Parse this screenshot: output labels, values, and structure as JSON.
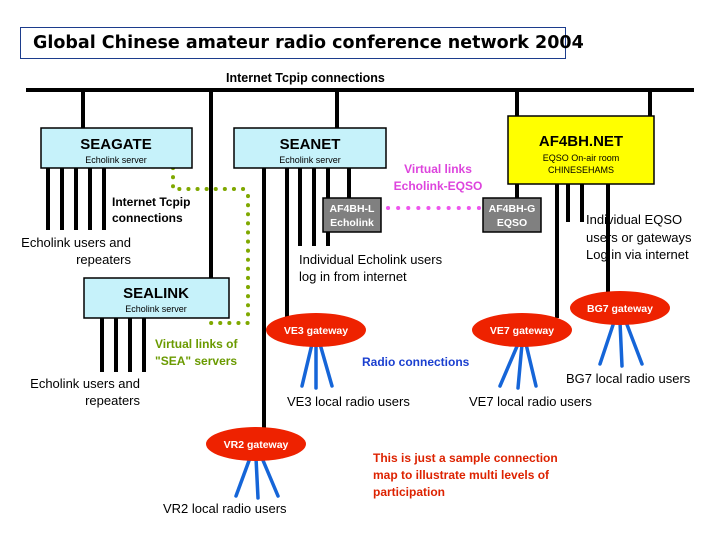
{
  "title": "Global Chinese amateur radio conference network 2004",
  "internet_label": "Internet Tcpip connections",
  "servers": {
    "seagate": {
      "name": "SEAGATE",
      "subtitle": "Echolink server"
    },
    "seanet": {
      "name": "SEANET",
      "subtitle": "Echolink server"
    },
    "sealink": {
      "name": "SEALINK",
      "subtitle": "Echolink server"
    },
    "af4bh_net": {
      "name": "AF4BH.NET",
      "subtitle1": "EQSO On-air room",
      "subtitle2": "CHINESEHAMS"
    }
  },
  "nodes": {
    "af4bh_l": {
      "line1": "AF4BH-L",
      "line2": "Echolink"
    },
    "af4bh_g": {
      "line1": "AF4BH-G",
      "line2": "EQSO"
    }
  },
  "gateways": {
    "ve3": "VE3 gateway",
    "ve7": "VE7 gateway",
    "bg7": "BG7 gateway",
    "vr2": "VR2 gateway"
  },
  "labels": {
    "internet_tcpip_1": "Internet Tcpip",
    "internet_tcpip_2": "connections",
    "virtual_links_1": "Virtual links",
    "virtual_links_2": "Echolink-EQSO",
    "virtual_sea_1": "Virtual links of",
    "virtual_sea_2": "\"SEA\" servers",
    "radio_connections": "Radio connections",
    "echolink_users_1a": "Echolink users and",
    "echolink_users_1b": "repeaters",
    "echolink_users_2a": "Echolink users and",
    "echolink_users_2b": "repeaters",
    "individual_echolink_1": "Individual Echolink users",
    "individual_echolink_2": "log in from internet",
    "individual_eqso_1": "Individual EQSO",
    "individual_eqso_2": "users or gateways",
    "individual_eqso_3": "Log in via internet",
    "ve3_users": "VE3 local radio users",
    "ve7_users": "VE7 local radio users",
    "bg7_users": "BG7 local radio users",
    "vr2_users": "VR2 local radio users",
    "note_1": "This is just a sample connection",
    "note_2": "map to illustrate multi levels of",
    "note_3": "participation"
  },
  "colors": {
    "server_fill": "#c6f2fa",
    "af4bh_fill": "#ffff00",
    "node_fill": "#808080",
    "gateway_fill": "#ee2200",
    "line": "#000000",
    "radio_line": "#1565d8",
    "green_dots": "#7fa800",
    "pink_dots": "#ee55ee",
    "green_text": "#6a9a00",
    "pink_text": "#dd44dd",
    "blue_text": "#1a3fd0",
    "red_text": "#dd2200"
  }
}
